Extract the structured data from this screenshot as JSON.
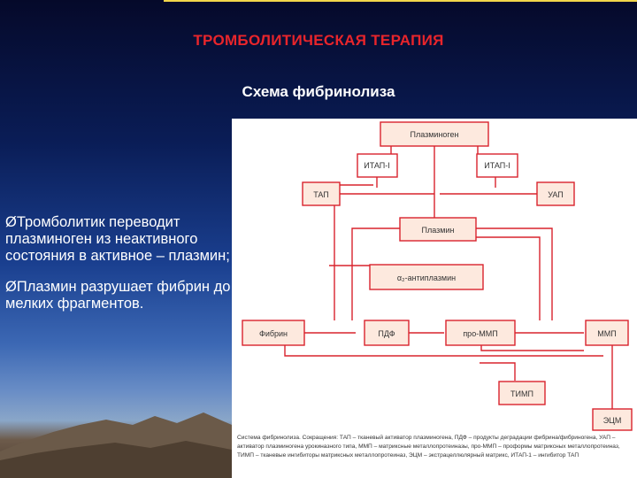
{
  "slide": {
    "title": "ТРОМБОЛИТИЧЕСКАЯ ТЕРАПИЯ",
    "subtitle": "Схема фибринолиза",
    "bullets": [
      "ØТромболитик переводит плазминоген из неактивного состояния  в активное – плазмин;",
      "ØПлазмин разрушает фибрин до мелких фрагментов."
    ],
    "accent_color": "#e8252b"
  },
  "diagram": {
    "nodes": {
      "plasminogen": "Плазминоген",
      "itap1_left": "ИТАП-I",
      "itap1_right": "ИТАП-I",
      "tap": "ТАП",
      "uap": "УАП",
      "plasmin": "Плазмин",
      "antiplasmin": "α₂-антиплазмин",
      "fibrin": "Фибрин",
      "pdf": "ПДФ",
      "pro_mmp": "про-ММП",
      "mmp": "ММП",
      "timp": "ТИМП",
      "ecm": "ЭЦМ"
    },
    "caption": "Система фибринолиза. Сокращения: ТАП – тканевый активатор плазминогена, ПДФ – продукты деградации фибрина/фибриногена, УАП – активатор плазминогена урокиназного типа, ММП – матриксные металлопротеиназы, про-ММП – проформы матриксных металлопротеиназ, ТИМП – тканевые ингибиторы матриксных металлопротеиназ, ЭЦМ – экстрацеллюлярный матрикс, ИТАП-1 – ингибитор ТАП",
    "colors": {
      "line": "#d9232d",
      "box_fill": "#fde9de"
    }
  }
}
